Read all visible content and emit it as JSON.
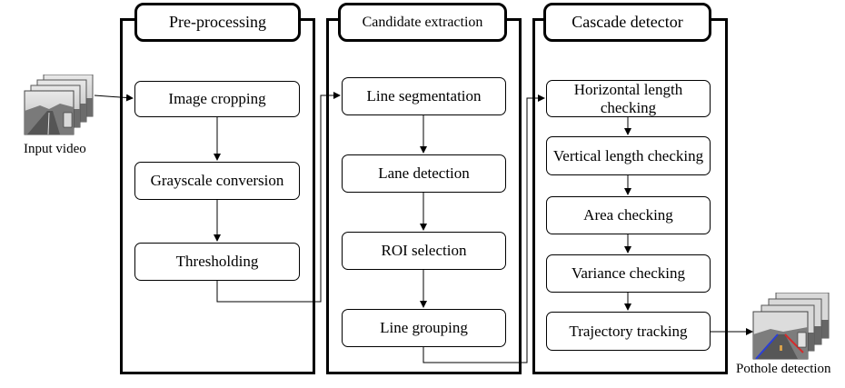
{
  "input": {
    "caption": "Input video"
  },
  "output": {
    "caption": "Pothole detection"
  },
  "columns": [
    {
      "title": "Pre-processing",
      "steps": [
        "Image cropping",
        "Grayscale conversion",
        "Thresholding"
      ]
    },
    {
      "title": "Candidate extraction",
      "steps": [
        "Line segmentation",
        "Lane detection",
        "ROI selection",
        "Line grouping"
      ]
    },
    {
      "title": "Cascade detector",
      "steps": [
        "Horizontal length checking",
        "Vertical length checking",
        "Area checking",
        "Variance checking",
        "Trajectory tracking"
      ]
    }
  ]
}
